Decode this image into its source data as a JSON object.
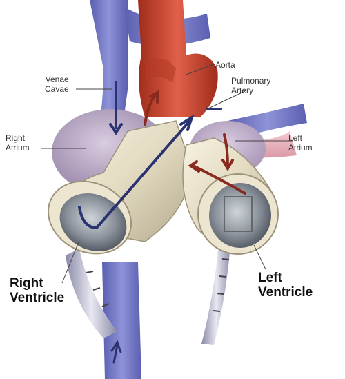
{
  "labels": {
    "aorta": "Aorta",
    "pulmonary_artery": [
      "Pulmonary",
      "Artery"
    ],
    "venae_cavae": [
      "Venae",
      "Cavae"
    ],
    "right_atrium": [
      "Right",
      "Atrium"
    ],
    "left_atrium": [
      "Left",
      "Atrium"
    ],
    "right_ventricle": [
      "Right",
      "Ventricle"
    ],
    "left_ventricle": [
      "Left",
      "Ventricle"
    ]
  },
  "colors": {
    "vein_blue": "#6f74c4",
    "aorta_red": "#c8442a",
    "atrium_lavender": "#b7a7c4",
    "device_ivory": "#e3dcc4",
    "arrow_navy": "#2a3270",
    "arrow_red": "#8a2a1e"
  }
}
